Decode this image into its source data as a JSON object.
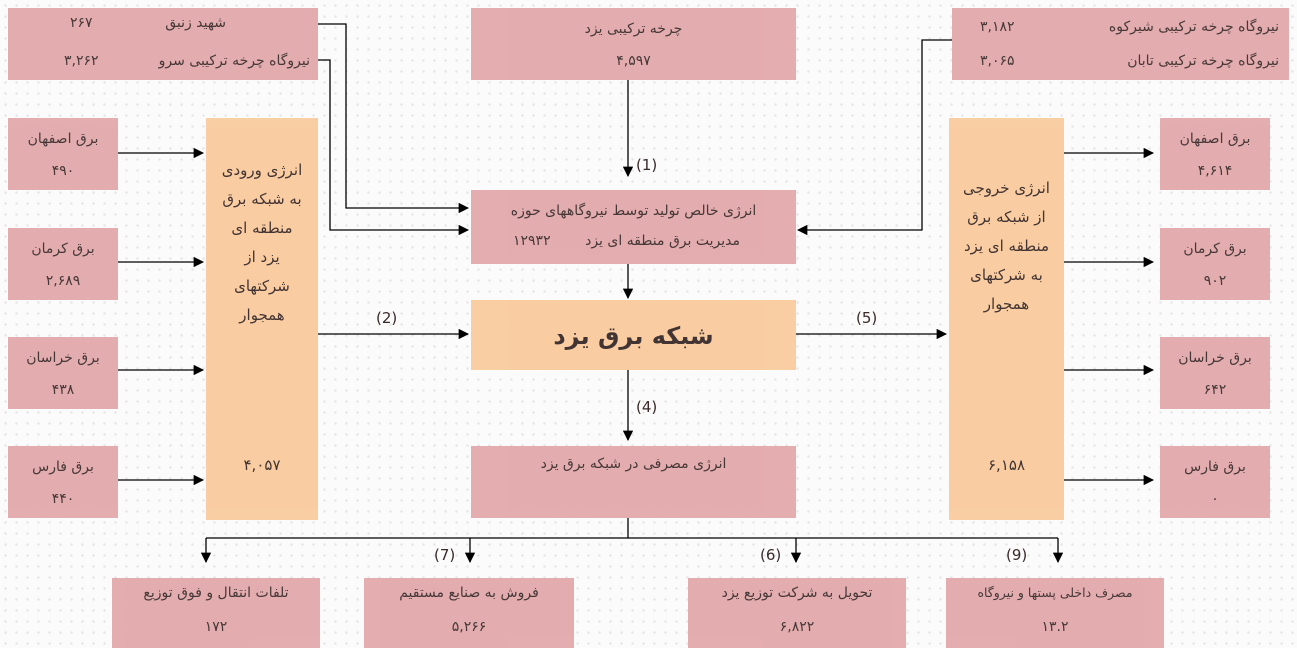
{
  "top_left_box": {
    "row1_name": "شهید زنبق",
    "row1_value": "۲۶۷",
    "row2_name": "نیروگاه چرخه ترکیبی سرو",
    "row2_value": "۳,۲۶۲"
  },
  "top_center_box": {
    "name": "چرخه ترکیبی یزد",
    "value": "۴,۵۹۷"
  },
  "top_right_box": {
    "row1_name": "نیروگاه چرخه ترکیبی شیرکوه",
    "row1_value": "۳,۱۸۲",
    "row2_name": "نیروگاه چرخه ترکیبی تابان",
    "row2_value": "۳,۰۶۵"
  },
  "left_boxes": [
    {
      "name": "برق اصفهان",
      "value": "۴۹۰"
    },
    {
      "name": "برق کرمان",
      "value": "۲,۶۸۹"
    },
    {
      "name": "برق خراسان",
      "value": "۴۳۸"
    },
    {
      "name": "برق فارس",
      "value": "۴۴۰"
    }
  ],
  "right_boxes": [
    {
      "name": "برق اصفهان",
      "value": "۴,۶۱۴"
    },
    {
      "name": "برق کرمان",
      "value": "۹۰۲"
    },
    {
      "name": "برق خراسان",
      "value": "۶۴۲"
    },
    {
      "name": "برق فارس",
      "value": "۰"
    }
  ],
  "input_energy": {
    "lines": [
      "انرژی ورودی",
      "به شبکه برق",
      "منطقه ای",
      "یزد از",
      "شرکتهای",
      "همجوار"
    ],
    "value": "۴,۰۵۷"
  },
  "output_energy": {
    "lines": [
      "انرژی خروجی",
      "از شبکه برق",
      "منطقه ای یزد",
      "به شرکتهای",
      "همجوار"
    ],
    "value": "۶,۱۵۸"
  },
  "net_generation": {
    "line1": "انرژی خالص تولید توسط نیروگاههای حوزه",
    "line2": "مدیریت برق منطقه ای یزد",
    "value": "۱۲۹۳۲"
  },
  "central_network": {
    "label": "شبکه برق یزد"
  },
  "consumption": {
    "label": "انرژی مصرفی در شبکه برق یزد"
  },
  "bottom_boxes": [
    {
      "name": "تلفات انتقال و فوق توزیع",
      "value": "۱۷۲"
    },
    {
      "name": "فروش به صنایع مستقیم",
      "value": "۵,۲۶۶"
    },
    {
      "name": "تحویل به شرکت توزیع یزد",
      "value": "۶,۸۲۲"
    },
    {
      "name": "مصرف داخلی پستها و نیروگاه",
      "value": "۱۳.۲"
    }
  ],
  "flow_labels": {
    "f1": "(1)",
    "f2": "(2)",
    "f4": "(4)",
    "f5": "(5)",
    "f6": "(6)",
    "f7": "(7)",
    "f9": "(9)"
  }
}
